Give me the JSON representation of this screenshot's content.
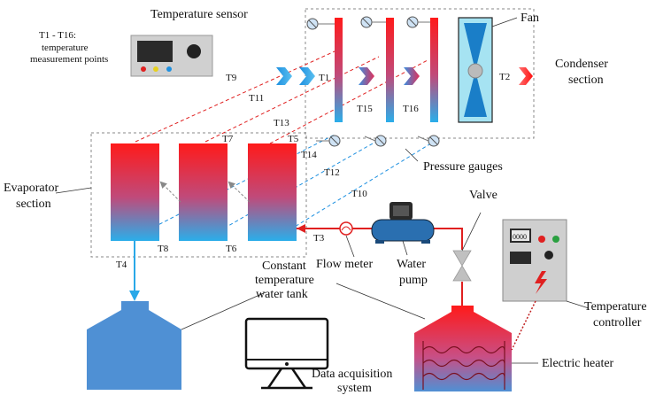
{
  "labels": {
    "temperature_sensor": "Temperature sensor",
    "measurement_points_1": "T1 - T16:",
    "measurement_points_2": "temperature",
    "measurement_points_3": "measurement points",
    "fan": "Fan",
    "condenser_1": "Condenser",
    "condenser_2": "section",
    "evaporator_1": "Evaporator",
    "evaporator_2": "section",
    "pressure_gauges": "Pressure gauges",
    "valve": "Valve",
    "flow_meter": "Flow meter",
    "water_pump_1": "Water",
    "water_pump_2": "pump",
    "tank_1": "Constant",
    "tank_2": "temperature",
    "tank_3": "water tank",
    "temp_controller_1": "Temperature",
    "temp_controller_2": "controller",
    "electric_heater": "Electric heater",
    "daq_1": "Data acquisition",
    "daq_2": "system"
  },
  "points": {
    "t1": "T1",
    "t2": "T2",
    "t3": "T3",
    "t4": "T4",
    "t5": "T5",
    "t6": "T6",
    "t7": "T7",
    "t8": "T8",
    "t9": "T9",
    "t10": "T10",
    "t11": "T11",
    "t12": "T12",
    "t13": "T13",
    "t14": "T14",
    "t15": "T15",
    "t16": "T16"
  },
  "controller_display": "0000",
  "colors": {
    "hot": "#ff1a1a",
    "cold": "#29a8e8",
    "tank_blue": "#4f90d4",
    "fan_bg": "#a6e3f2",
    "red_line": "#e02020",
    "blue_line": "#1e90e0",
    "device_gray": "#c8c8c8"
  },
  "icons": {
    "fan": "fan-icon",
    "flow_meter": "flow-meter-icon",
    "pump": "pump-icon",
    "valve": "valve-icon",
    "gauge": "pressure-gauge-icon",
    "lightning": "lightning-icon",
    "monitor": "monitor-icon"
  }
}
